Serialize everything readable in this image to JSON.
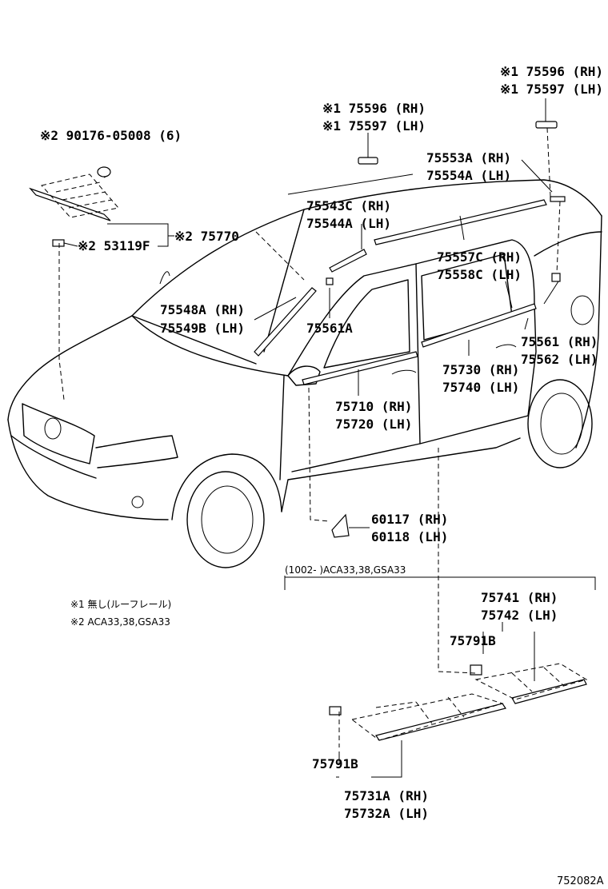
{
  "callouts": {
    "c75596_top_right": "※1 75596 (RH)",
    "c75597_top_right": "※1 75597 (LH)",
    "c75596_mid": "※1 75596 (RH)",
    "c75597_mid": "※1 75597 (LH)",
    "c90176": "※2 90176-05008 (6)",
    "c75553": "75553A (RH)",
    "c75554": "75554A (LH)",
    "c75543": "75543C (RH)",
    "c75544": "75544A (LH)",
    "c75770": "※2 75770",
    "c53119": "※2 53119F",
    "c75557": "75557C (RH)",
    "c75558": "75558C (LH)",
    "c75548": "75548A (RH)",
    "c75549": "75549B (LH)",
    "c75561a": "75561A",
    "c75561": "75561 (RH)",
    "c75562": "75562 (LH)",
    "c75730": "75730 (RH)",
    "c75740": "75740 (LH)",
    "c75710": "75710 (RH)",
    "c75720": "75720 (LH)",
    "c60117": "60117 (RH)",
    "c60118": "60118 (LH)",
    "range": "(1002-   )ACA33,38,GSA33",
    "c75741": "75741 (RH)",
    "c75742": "75742 (LH)",
    "c75791b_upper": "75791B",
    "c75791b_lower": "75791B",
    "c75731": "75731A (RH)",
    "c75732": "75732A (LH)"
  },
  "notes": {
    "note1": "※1 無し(ルーフレール)",
    "note2": "※2 ACA33,38,GSA33"
  },
  "figure_id": "752082A"
}
